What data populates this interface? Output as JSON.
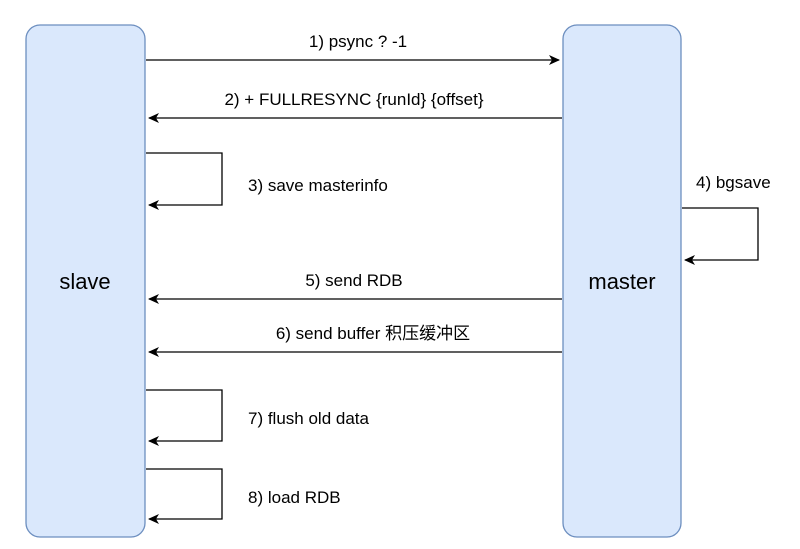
{
  "nodes": {
    "slave": {
      "label": "slave"
    },
    "master": {
      "label": "master"
    }
  },
  "steps": [
    {
      "label": "1)  psync ? -1"
    },
    {
      "label": "2) + FULLRESYNC {runId} {offset}"
    },
    {
      "label": "3)  save masterinfo"
    },
    {
      "label": "4)  bgsave"
    },
    {
      "label": "5)  send RDB"
    },
    {
      "label": "6)  send buffer 积压缓冲区"
    },
    {
      "label": "7)  flush old data"
    },
    {
      "label": "8)  load RDB"
    }
  ],
  "colors": {
    "node_fill": "#dae8fc",
    "node_stroke": "#6c8ebf",
    "line": "#000000"
  }
}
